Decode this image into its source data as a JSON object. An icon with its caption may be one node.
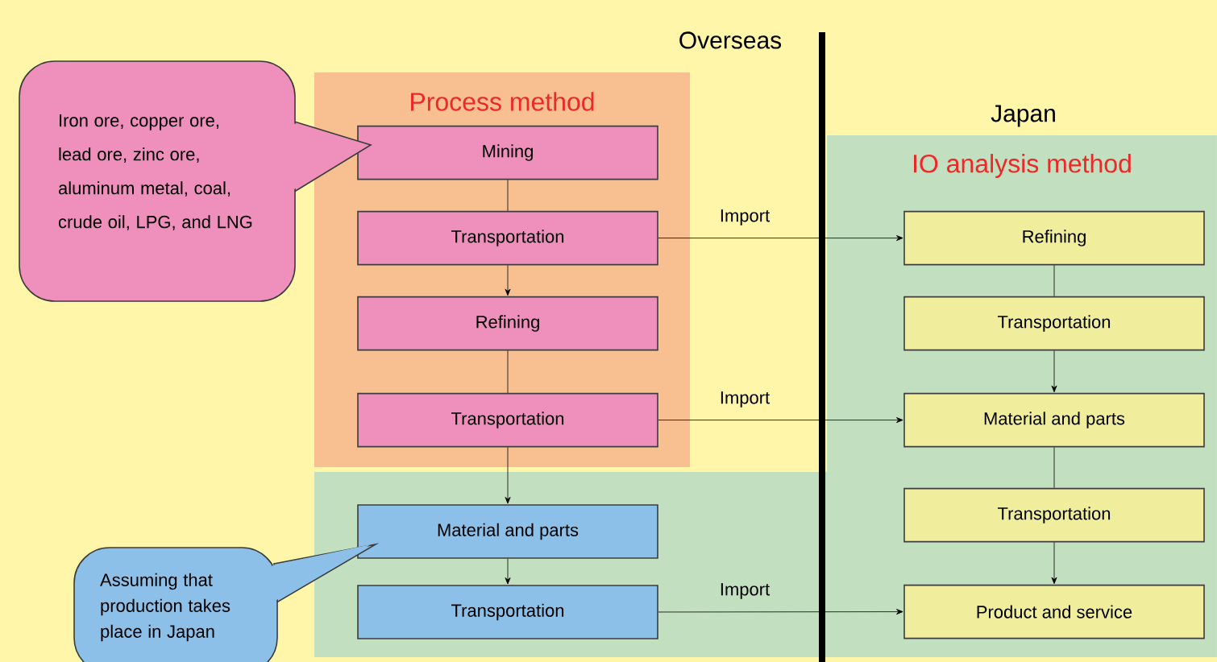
{
  "diagram": {
    "nodes": [
      {
        "text": [
          "Process method"
        ]
      },
      {
        "text": [
          "Mining"
        ],
        "in": 0
      },
      {
        "text": [
          "Transportation"
        ],
        "in": 0
      },
      {
        "text": [
          "Refining"
        ],
        "in": 0
      },
      {
        "text": [
          "Transportation"
        ],
        "in": 0
      },
      {
        "text": [
          "Material and parts"
        ]
      },
      {
        "text": [
          "Transportation"
        ]
      },
      {
        "text": [
          "IO analysis method"
        ]
      },
      {
        "text": [
          "Refining"
        ],
        "in": 7
      },
      {
        "text": [
          "Transportation"
        ],
        "in": 7
      },
      {
        "text": [
          "Material and parts"
        ],
        "in": 7
      },
      {
        "text": [
          "Transportation"
        ],
        "in": 7
      },
      {
        "text": [
          "Product and service"
        ],
        "in": 7
      },
      {
        "text": [
          "Iron ore, copper ore, lead ore, zinc ore, aluminum metal, coal, crude oil, LPG, and LNG"
        ]
      },
      {
        "text": [
          "Assuming that production takes place in Japan"
        ]
      }
    ],
    "edges": [
      {
        "from": 1,
        "to": 2,
        "arrow": "none"
      },
      {
        "from": 2,
        "to": 3,
        "arrow": "to"
      },
      {
        "from": 3,
        "to": 4,
        "arrow": "none"
      },
      {
        "from": 4,
        "to": 5,
        "arrow": "to"
      },
      {
        "from": 5,
        "to": 6,
        "arrow": "to"
      },
      {
        "from": 2,
        "to": 8,
        "arrow": "to",
        "label": "Import"
      },
      {
        "from": 4,
        "to": 10,
        "arrow": "to",
        "label": "Import"
      },
      {
        "from": 6,
        "to": 12,
        "arrow": "to",
        "label": "Import"
      },
      {
        "from": 8,
        "to": 9,
        "arrow": "none"
      },
      {
        "from": 9,
        "to": 10,
        "arrow": "to"
      },
      {
        "from": 10,
        "to": 11,
        "arrow": "none"
      },
      {
        "from": 11,
        "to": 12,
        "arrow": "to"
      }
    ],
    "labels": [
      "Overseas",
      "Japan"
    ]
  }
}
